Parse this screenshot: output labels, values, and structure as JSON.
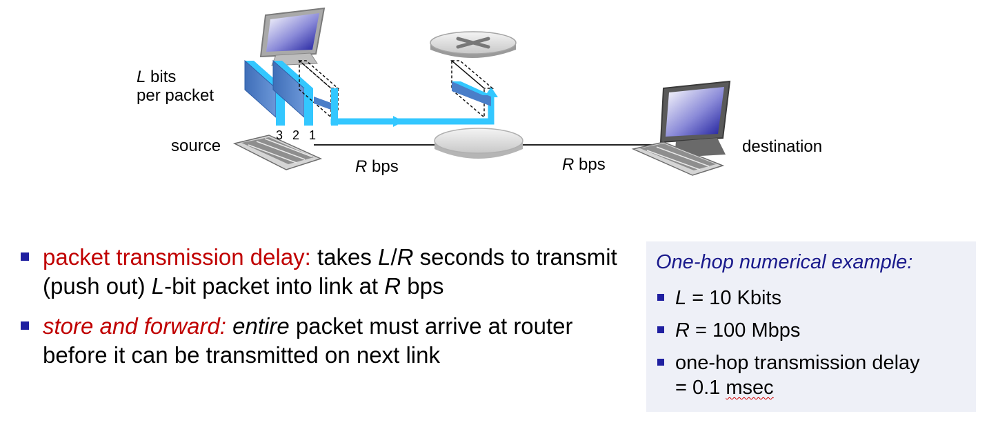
{
  "diagram": {
    "packet_size_label_var": "L",
    "packet_size_label_rest": " bits",
    "packet_size_label_line2": "per packet",
    "packet_numbers": [
      "3",
      "2",
      "1"
    ],
    "source_label": "source",
    "destination_label": "destination",
    "link1_rate_var": "R",
    "link1_rate_unit": " bps",
    "link2_rate_var": "R",
    "link2_rate_unit": " bps"
  },
  "bullets": {
    "b1": {
      "term": "packet transmission delay:",
      "t1": " takes ",
      "v1": "L",
      "t2": "/",
      "v2": "R",
      "t3": " seconds to transmit (push out) ",
      "v3": "L",
      "t4": "-bit packet into link at ",
      "v4": "R",
      "t5": " bps"
    },
    "b2": {
      "term": "store and forward:",
      "t1": " ",
      "em": "entire",
      "t2": " packet must  arrive at router before it can be transmitted on next link"
    }
  },
  "example": {
    "title": "One-hop numerical example:",
    "item1_var": "L",
    "item1_rest": " = 10 Kbits",
    "item2_var": "R",
    "item2_rest": " = 100 Mbps",
    "item3_line1": "one-hop transmission delay",
    "item3_line2_prefix": "= 0.1 ",
    "item3_line2_word": "msec"
  },
  "colors": {
    "bullet_square": "#1f1fa0",
    "highlight_red": "#c00000",
    "example_title": "#1a1a8c",
    "example_background": "#eef0f7",
    "packet_flow": "#33c7ff",
    "packet_block": "#4a7ec8"
  }
}
